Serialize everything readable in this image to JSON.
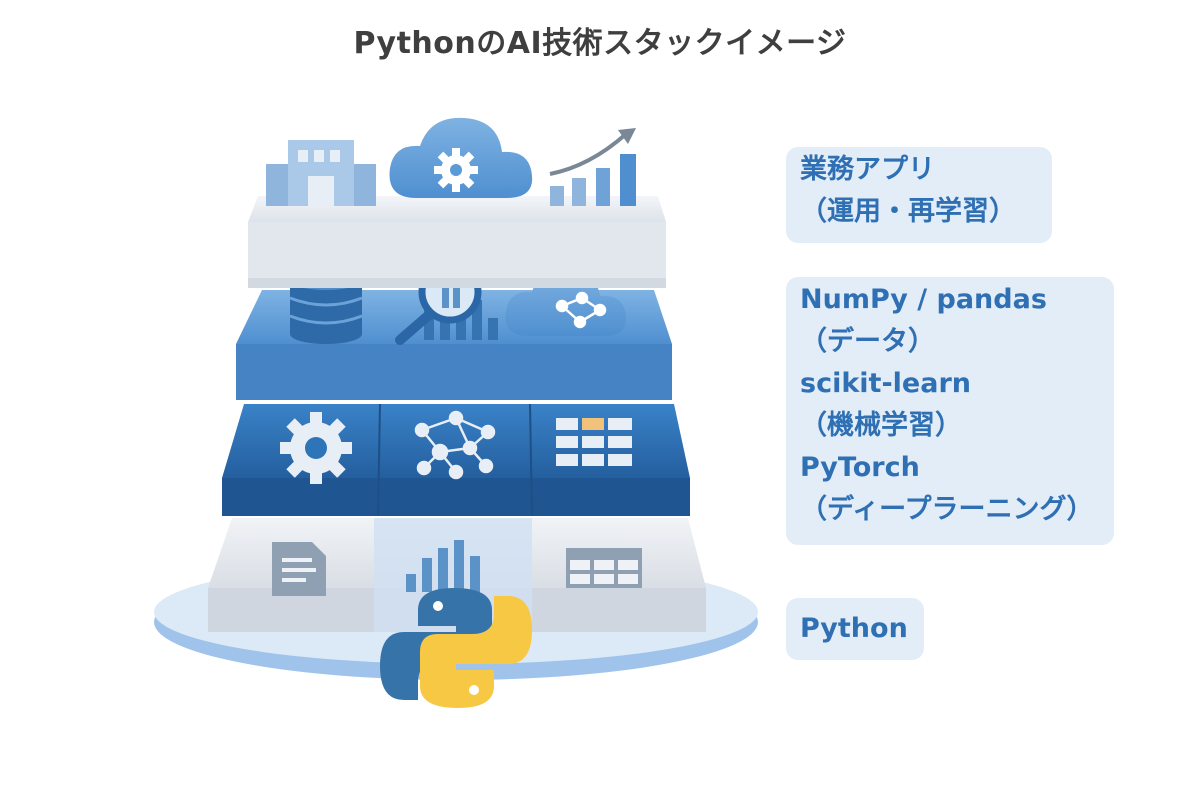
{
  "title": "PythonのAI技術スタックイメージ",
  "labels": {
    "apps": {
      "line1": "業務アプリ",
      "line2": "（運用・再学習）"
    },
    "libs": {
      "line1": "NumPy / pandas",
      "line2": "（データ）",
      "line3": "scikit-learn",
      "line4": "（機械学習）",
      "line5": "PyTorch",
      "line6": "（ディープラーニング）"
    },
    "python": "Python"
  },
  "colors": {
    "accent_text": "#2f6fb3",
    "label_bg": "#e3edf8",
    "layer_top": "#e7ebf0",
    "layer_data": "#5b9bd5",
    "layer_ml": "#2e74b8",
    "python_blue": "#3573a8",
    "python_yellow": "#f7c843"
  },
  "icons": {
    "top_layer": [
      "building-icon",
      "cloud-gear-icon",
      "growth-chart-icon"
    ],
    "data_layer": [
      "database-icon",
      "magnifier-chart-icon",
      "cloud-network-icon"
    ],
    "ml_layer": [
      "gear-icon",
      "neural-network-icon",
      "grid-table-icon"
    ],
    "base_layer": [
      "document-icon",
      "bar-chart-icon",
      "table-icon"
    ],
    "foundation": "python-logo-icon"
  }
}
